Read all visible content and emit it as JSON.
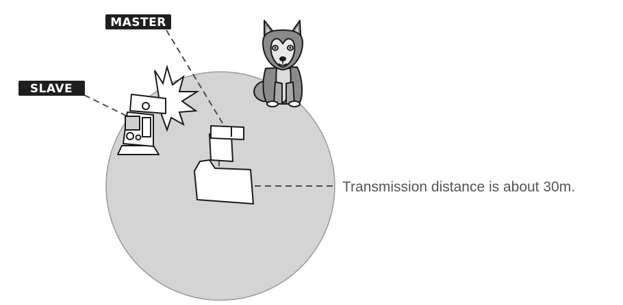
{
  "labels": {
    "master": "MASTER",
    "slave": "SLAVE",
    "transmission": "Transmission distance is about 30m."
  },
  "icons": {
    "master_unit": "camera-with-flash-icon",
    "slave_unit": "speedlite-flash-icon",
    "flash_burst": "flash-burst-icon",
    "pet": "dog-icon"
  },
  "colors": {
    "range_fill": "#d4d4d4",
    "range_stroke": "#999999",
    "tag_bg": "#1e1e1e",
    "tag_text": "#ffffff",
    "leader_line": "#4a4a4a",
    "caption": "#555555"
  }
}
